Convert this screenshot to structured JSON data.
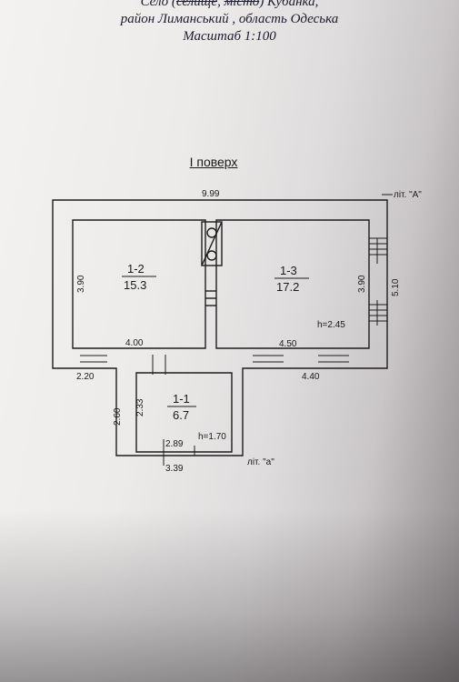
{
  "header": {
    "line1_prefix": "Село  (",
    "line1_struck1": "селище",
    "line1_comma": ", ",
    "line1_struck2": "місто",
    "line1_suffix": ") Кубанка,",
    "line2": "район Лиманський   , область  Одеська",
    "line3": "Масштаб 1:100"
  },
  "floor_title": "І поверх",
  "building": {
    "litera_main": "літ. \"А\"",
    "litera_annex": "літ. \"а\"",
    "dimensions": {
      "top_width": "9.99",
      "right_outer": "5.10",
      "bottom_left": "2.20",
      "bottom_right": "4.40",
      "annex_outer_height": "2.60",
      "annex_outer_width": "3.39"
    }
  },
  "rooms": [
    {
      "id": "1-2",
      "area": "15.3",
      "height_dim": "3.90",
      "width_dim": "4.00"
    },
    {
      "id": "1-3",
      "area": "17.2",
      "height_dim": "3.90",
      "width_dim": "4.50",
      "ceiling_height": "h=2.45"
    },
    {
      "id": "1-1",
      "area": "6.7",
      "height_dim": "2.33",
      "width_dim": "2.89",
      "ceiling_height": "h=1.70"
    }
  ]
}
